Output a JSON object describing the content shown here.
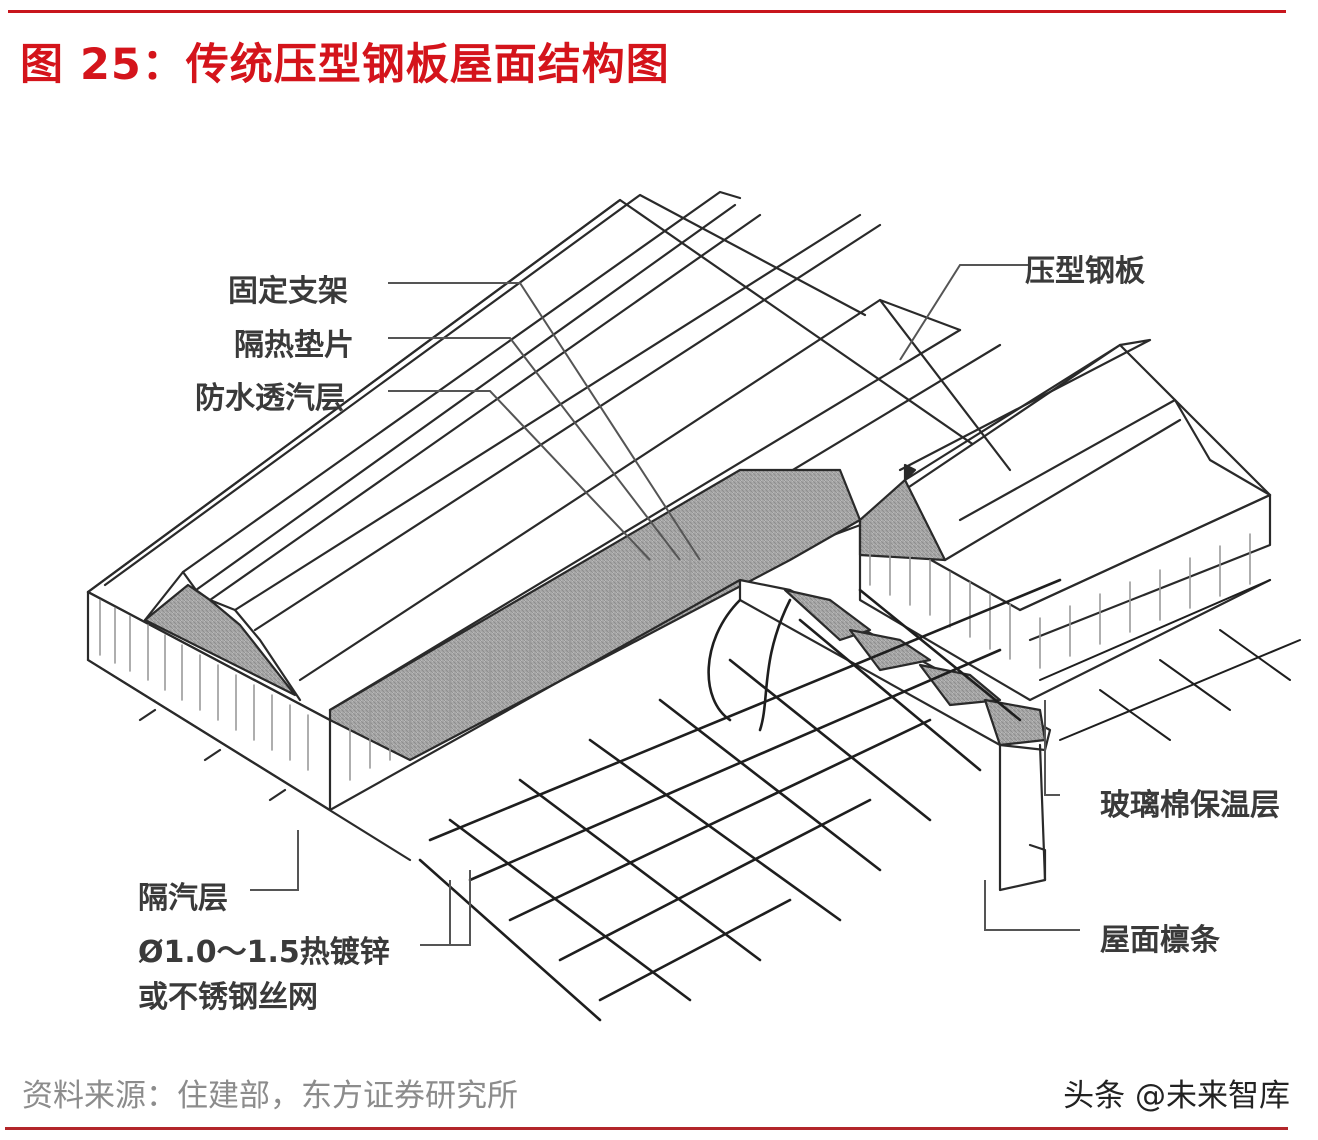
{
  "figure": {
    "title": "图 25：传统压型钢板屋面结构图",
    "accent_color": "#d4141b"
  },
  "diagram": {
    "subject": "传统压型钢板屋面结构 (isometric cutaway)",
    "labels": {
      "fixed_bracket": "固定支架",
      "insulation_pad": "隔热垫片",
      "waterproof_breathable_layer": "防水透汽层",
      "profiled_steel_sheet": "压型钢板",
      "glass_wool_insulation": "玻璃棉保温层",
      "roof_purlin": "屋面檩条",
      "vapor_barrier": "隔汽层",
      "wire_mesh_line1": "Ø1.0～1.5热镀锌",
      "wire_mesh_line2": "或不锈钢丝网"
    }
  },
  "footer": {
    "source": "资料来源：住建部，东方证券研究所",
    "watermark": "头条 @未来智库"
  }
}
